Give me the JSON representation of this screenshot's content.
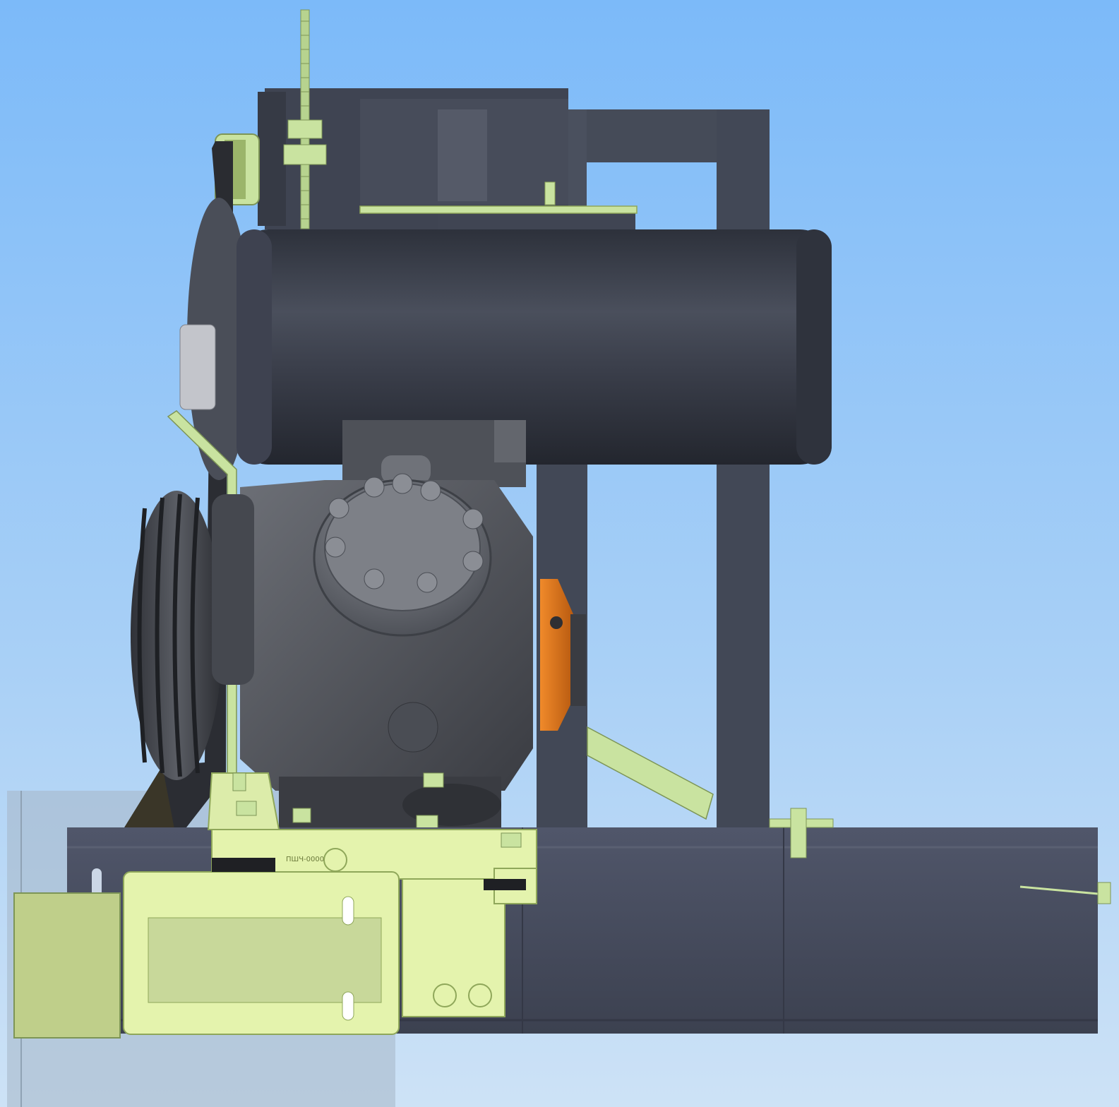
{
  "scene": {
    "description_visible_text": "",
    "bracket_stamp": "ПШЧ-0000",
    "colors": {
      "background_top": "#7cbaf9",
      "background_bottom": "#cde2f6",
      "frame_dark": "#454b58",
      "tank": "#3b3f4b",
      "compressor": "#52555c",
      "bracket_green": "#e4f3ad",
      "bracket_outline": "#9fb35a",
      "orange_flange": "#e2781c",
      "translucent_box": "#a9b9c8"
    },
    "parts": [
      "threaded-rod",
      "top-frame",
      "air-tank",
      "compressor-head",
      "compressor-body",
      "multi-groove-pulley",
      "drive-belt",
      "orange-flange",
      "bottom-frame-rail",
      "mounting-bracket",
      "translucent-housing",
      "vertical-frame-posts"
    ]
  }
}
